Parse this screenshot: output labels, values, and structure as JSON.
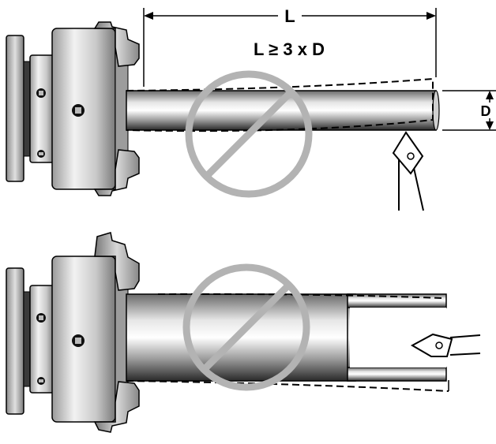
{
  "labels": {
    "length": "L",
    "diameter": "D",
    "rule": "L ≥ 3 x D"
  },
  "colors": {
    "prohibit_sign": "#b3b3b3",
    "outline": "#000000",
    "dashed_deflection": "#000000"
  },
  "icons": [
    "lathe-chuck-icon",
    "workpiece-shaft-icon",
    "cutting-tool-icon",
    "prohibition-sign-icon",
    "dimension-arrow-icon"
  ]
}
